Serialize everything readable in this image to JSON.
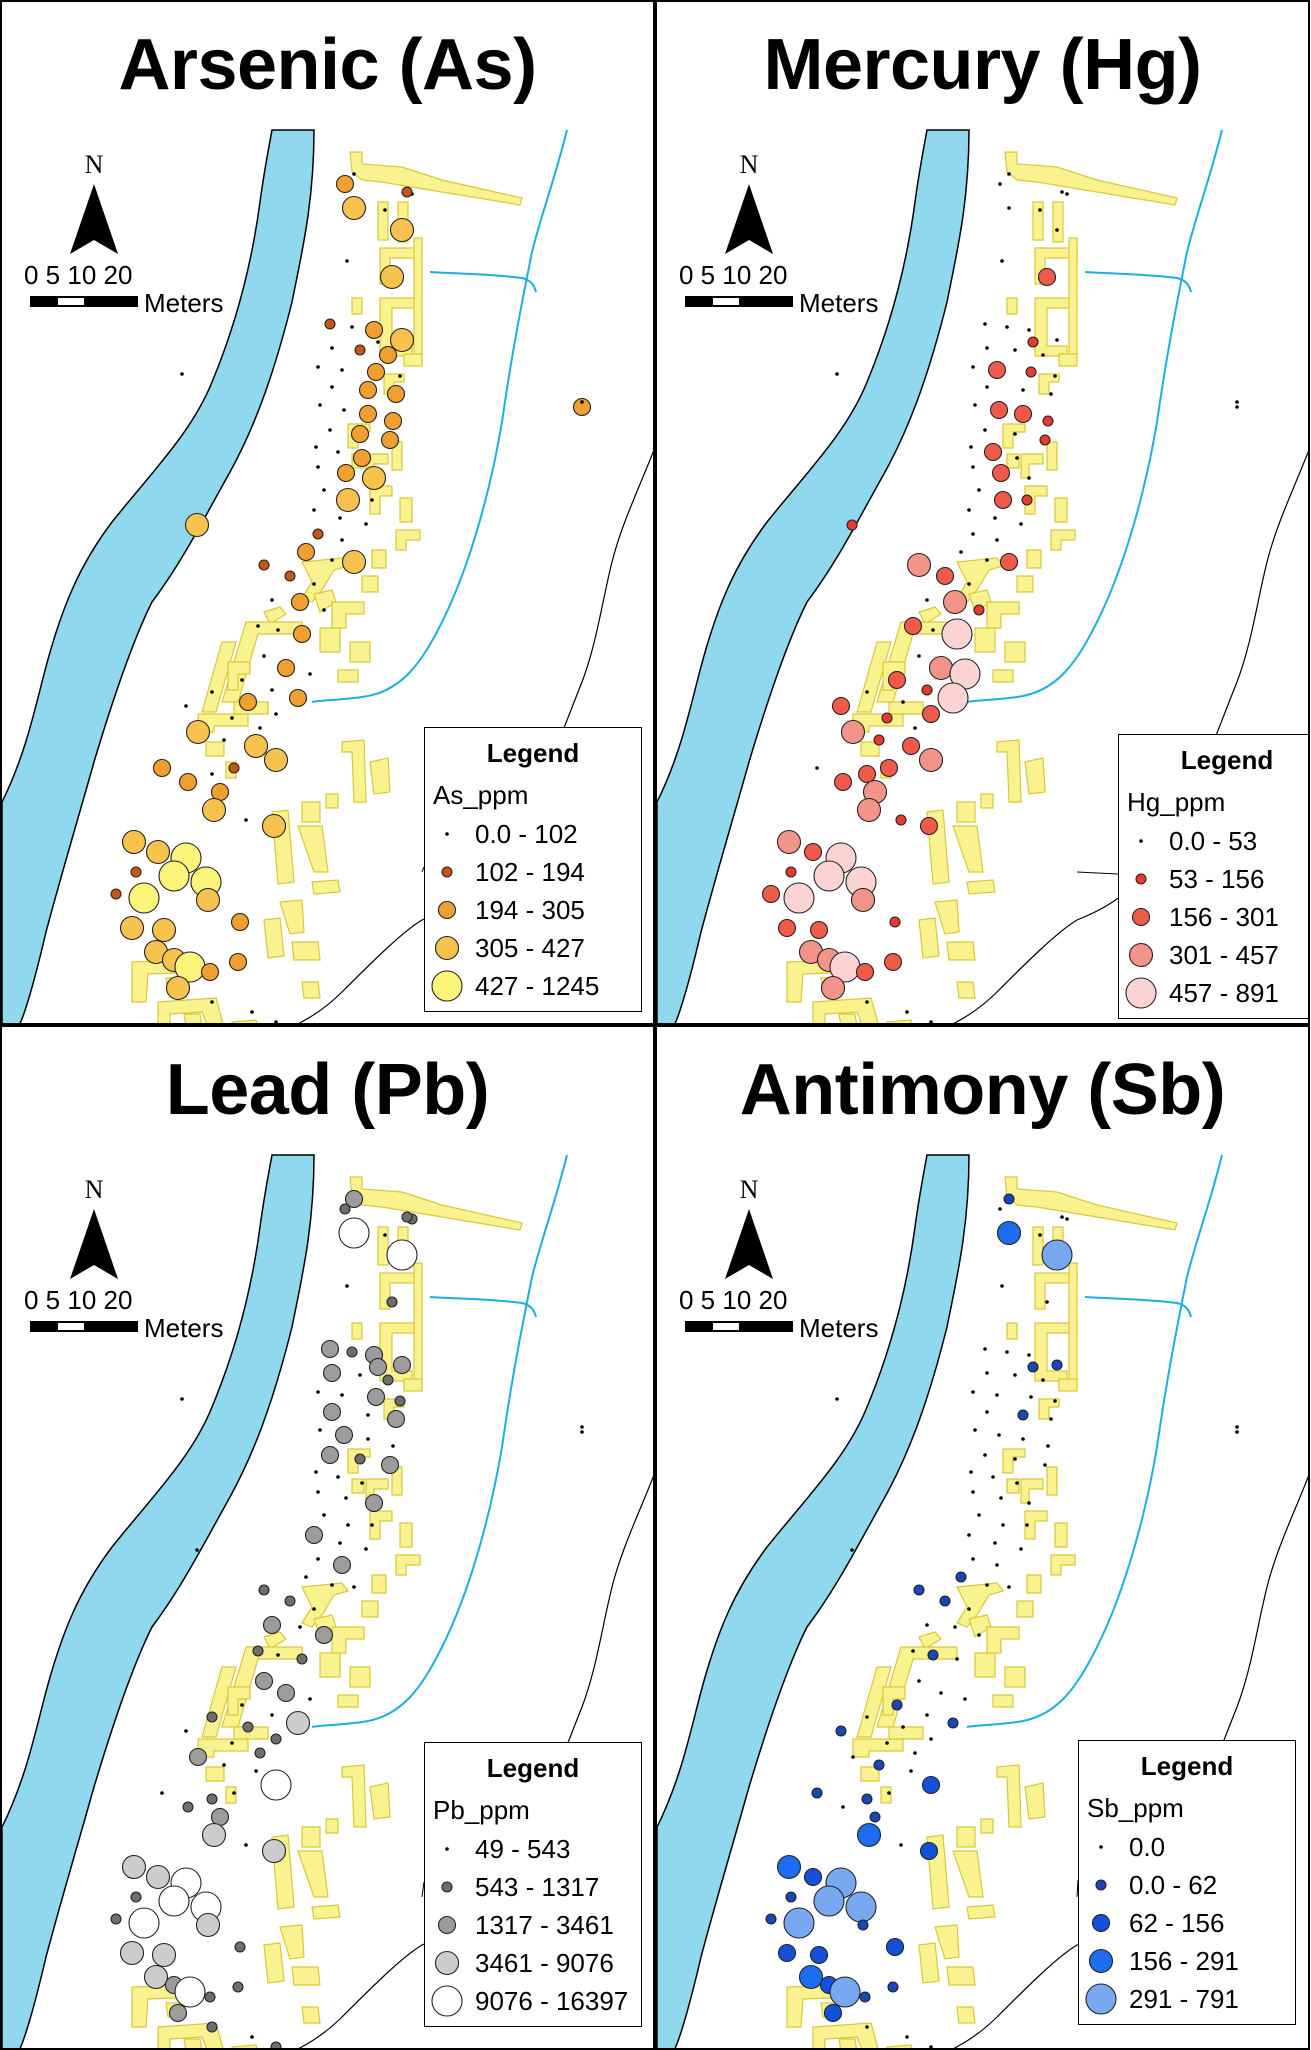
{
  "figure": {
    "panels": [
      {
        "id": "as",
        "title": "Arsenic (As)",
        "legend_title": "Legend",
        "field": "As_ppm",
        "classes": [
          {
            "label": "0.0 - 102",
            "color": "#000000"
          },
          {
            "label": "102 - 194",
            "color": "#c4561a"
          },
          {
            "label": "194 - 305",
            "color": "#f0a030"
          },
          {
            "label": "305 - 427",
            "color": "#f7c24d"
          },
          {
            "label": "427 - 1245",
            "color": "#fdf57a"
          }
        ]
      },
      {
        "id": "hg",
        "title": "Mercury (Hg)",
        "legend_title": "Legend",
        "field": "Hg_ppm",
        "classes": [
          {
            "label": "0.0 - 53",
            "color": "#000000"
          },
          {
            "label": "53 - 156",
            "color": "#e83a2e"
          },
          {
            "label": "156 - 301",
            "color": "#f05a4a"
          },
          {
            "label": "301 - 457",
            "color": "#f2948a"
          },
          {
            "label": "457 - 891",
            "color": "#fbd3d3"
          }
        ]
      },
      {
        "id": "pb",
        "title": "Lead (Pb)",
        "legend_title": "Legend",
        "field": "Pb_ppm",
        "classes": [
          {
            "label": "49 - 543",
            "color": "#000000"
          },
          {
            "label": "543 - 1317",
            "color": "#6e6e6e"
          },
          {
            "label": "1317 - 3461",
            "color": "#9c9c9c"
          },
          {
            "label": "3461 - 9076",
            "color": "#cccccc"
          },
          {
            "label": "9076 - 16397",
            "color": "#ffffff"
          }
        ]
      },
      {
        "id": "sb",
        "title": "Antimony (Sb)",
        "legend_title": "Legend",
        "field": "Sb_ppm",
        "classes": [
          {
            "label": "0.0",
            "color": "#000000"
          },
          {
            "label": "0.0 - 62",
            "color": "#1848b8"
          },
          {
            "label": "62 - 156",
            "color": "#1450d8"
          },
          {
            "label": "156 - 291",
            "color": "#1e6cf0"
          },
          {
            "label": "291 - 791",
            "color": "#78a8f0"
          }
        ]
      }
    ],
    "north_label": "N",
    "scale_numbers": "0 5 10    20",
    "scale_unit": "Meters",
    "colors": {
      "river": "#90d8ee",
      "stream": "#1ab0e0",
      "building_fill": "#f9f28f",
      "building_stroke": "#d8c93a"
    }
  }
}
